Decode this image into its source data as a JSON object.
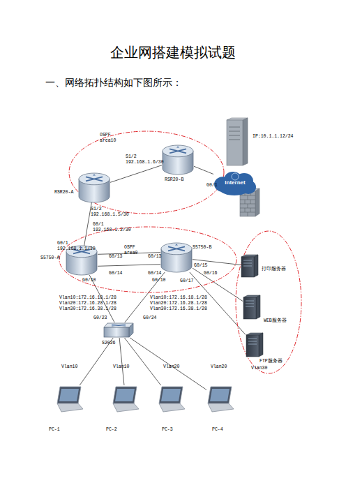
{
  "diagram": {
    "title": "企业网搭建模拟试题",
    "nodes": [
      {
        "text": [
          "OSPF area10"
        ]
      },
      {
        "text": [
          "RSR20-B"
        ],
        "in": 0
      },
      {
        "text": [
          "Internet"
        ]
      },
      {
        "text": [
          "IP:10.1.1.12/24"
        ]
      },
      {
        "text": [
          "RSR20-A"
        ],
        "in": 0
      },
      {
        "text": [
          "OSPF area0"
        ]
      },
      {
        "text": [
          "S5750-A"
        ],
        "in": 5
      },
      {
        "text": [
          "S5750-B"
        ],
        "in": 5
      },
      {
        "text": [
          "Vlan30"
        ]
      },
      {
        "text": [
          "打印服务器"
        ],
        "in": 8
      },
      {
        "text": [
          "WEB服务器"
        ],
        "in": 8
      },
      {
        "text": [
          "FTP服务器"
        ],
        "in": 8
      },
      {
        "text": [
          "S2026"
        ]
      },
      {
        "text": [
          "Vlan10",
          "PC-1"
        ]
      },
      {
        "text": [
          "Vlan10",
          "PC-2"
        ]
      },
      {
        "text": [
          "Vlan20",
          "PC-3"
        ]
      },
      {
        "text": [
          "Vlan20",
          "PC-4"
        ]
      }
    ],
    "edges": [
      {
        "from": 4,
        "to": 1,
        "arrow": "none"
      },
      {
        "from": 1,
        "to": 2,
        "arrow": "none"
      },
      {
        "from": 4,
        "to": 6,
        "arrow": "none"
      },
      {
        "from": 6,
        "to": 7,
        "arrow": "none"
      },
      {
        "from": 6,
        "to": 7,
        "arrow": "none"
      },
      {
        "from": 6,
        "to": 12,
        "arrow": "none"
      },
      {
        "from": 7,
        "to": 12,
        "arrow": "none"
      },
      {
        "from": 7,
        "to": 9,
        "arrow": "none"
      },
      {
        "from": 7,
        "to": 10,
        "arrow": "none"
      },
      {
        "from": 7,
        "to": 11,
        "arrow": "none"
      },
      {
        "from": 12,
        "to": 13,
        "arrow": "none"
      },
      {
        "from": 12,
        "to": 14,
        "arrow": "none"
      },
      {
        "from": 12,
        "to": 15,
        "arrow": "none"
      },
      {
        "from": 12,
        "to": 16,
        "arrow": "none"
      }
    ],
    "labels": [
      "一、网络拓扑结构如下图所示：",
      "S1/2 192.168.1.6/30",
      "S1/2 192.168.1.5/30",
      "G0/1",
      "G0/1 192.168.1.2/30",
      "G0/1 192.168.1.1/30",
      "G0/13",
      "G0/13",
      "G0/14",
      "G0/14",
      "G0/10",
      "G0/10",
      "G0/15",
      "G0/16",
      "G0/17",
      "Vlan10:172.16.18.1/28 Vlan20:172.16.28.1/28 Vlan30:172.16.38.1/28",
      "Vlan10:172.16.18.1/28 Vlan20:172.16.28.1/28 Vlan30:172.16.38.1/28",
      "G0/23",
      "G0/24"
    ]
  }
}
